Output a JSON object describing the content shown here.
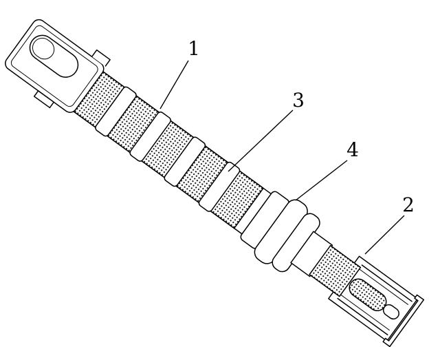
{
  "figure": {
    "background_color": "#ffffff",
    "line_color": "#000000",
    "type": "patent-style line drawing of a cylindrical roller/shaft assembly with knurled segments, spacer rings, a large collar and a channel-rail end piece"
  },
  "labels": [
    {
      "text": "1"
    },
    {
      "text": "3"
    },
    {
      "text": "4"
    },
    {
      "text": "2"
    }
  ]
}
